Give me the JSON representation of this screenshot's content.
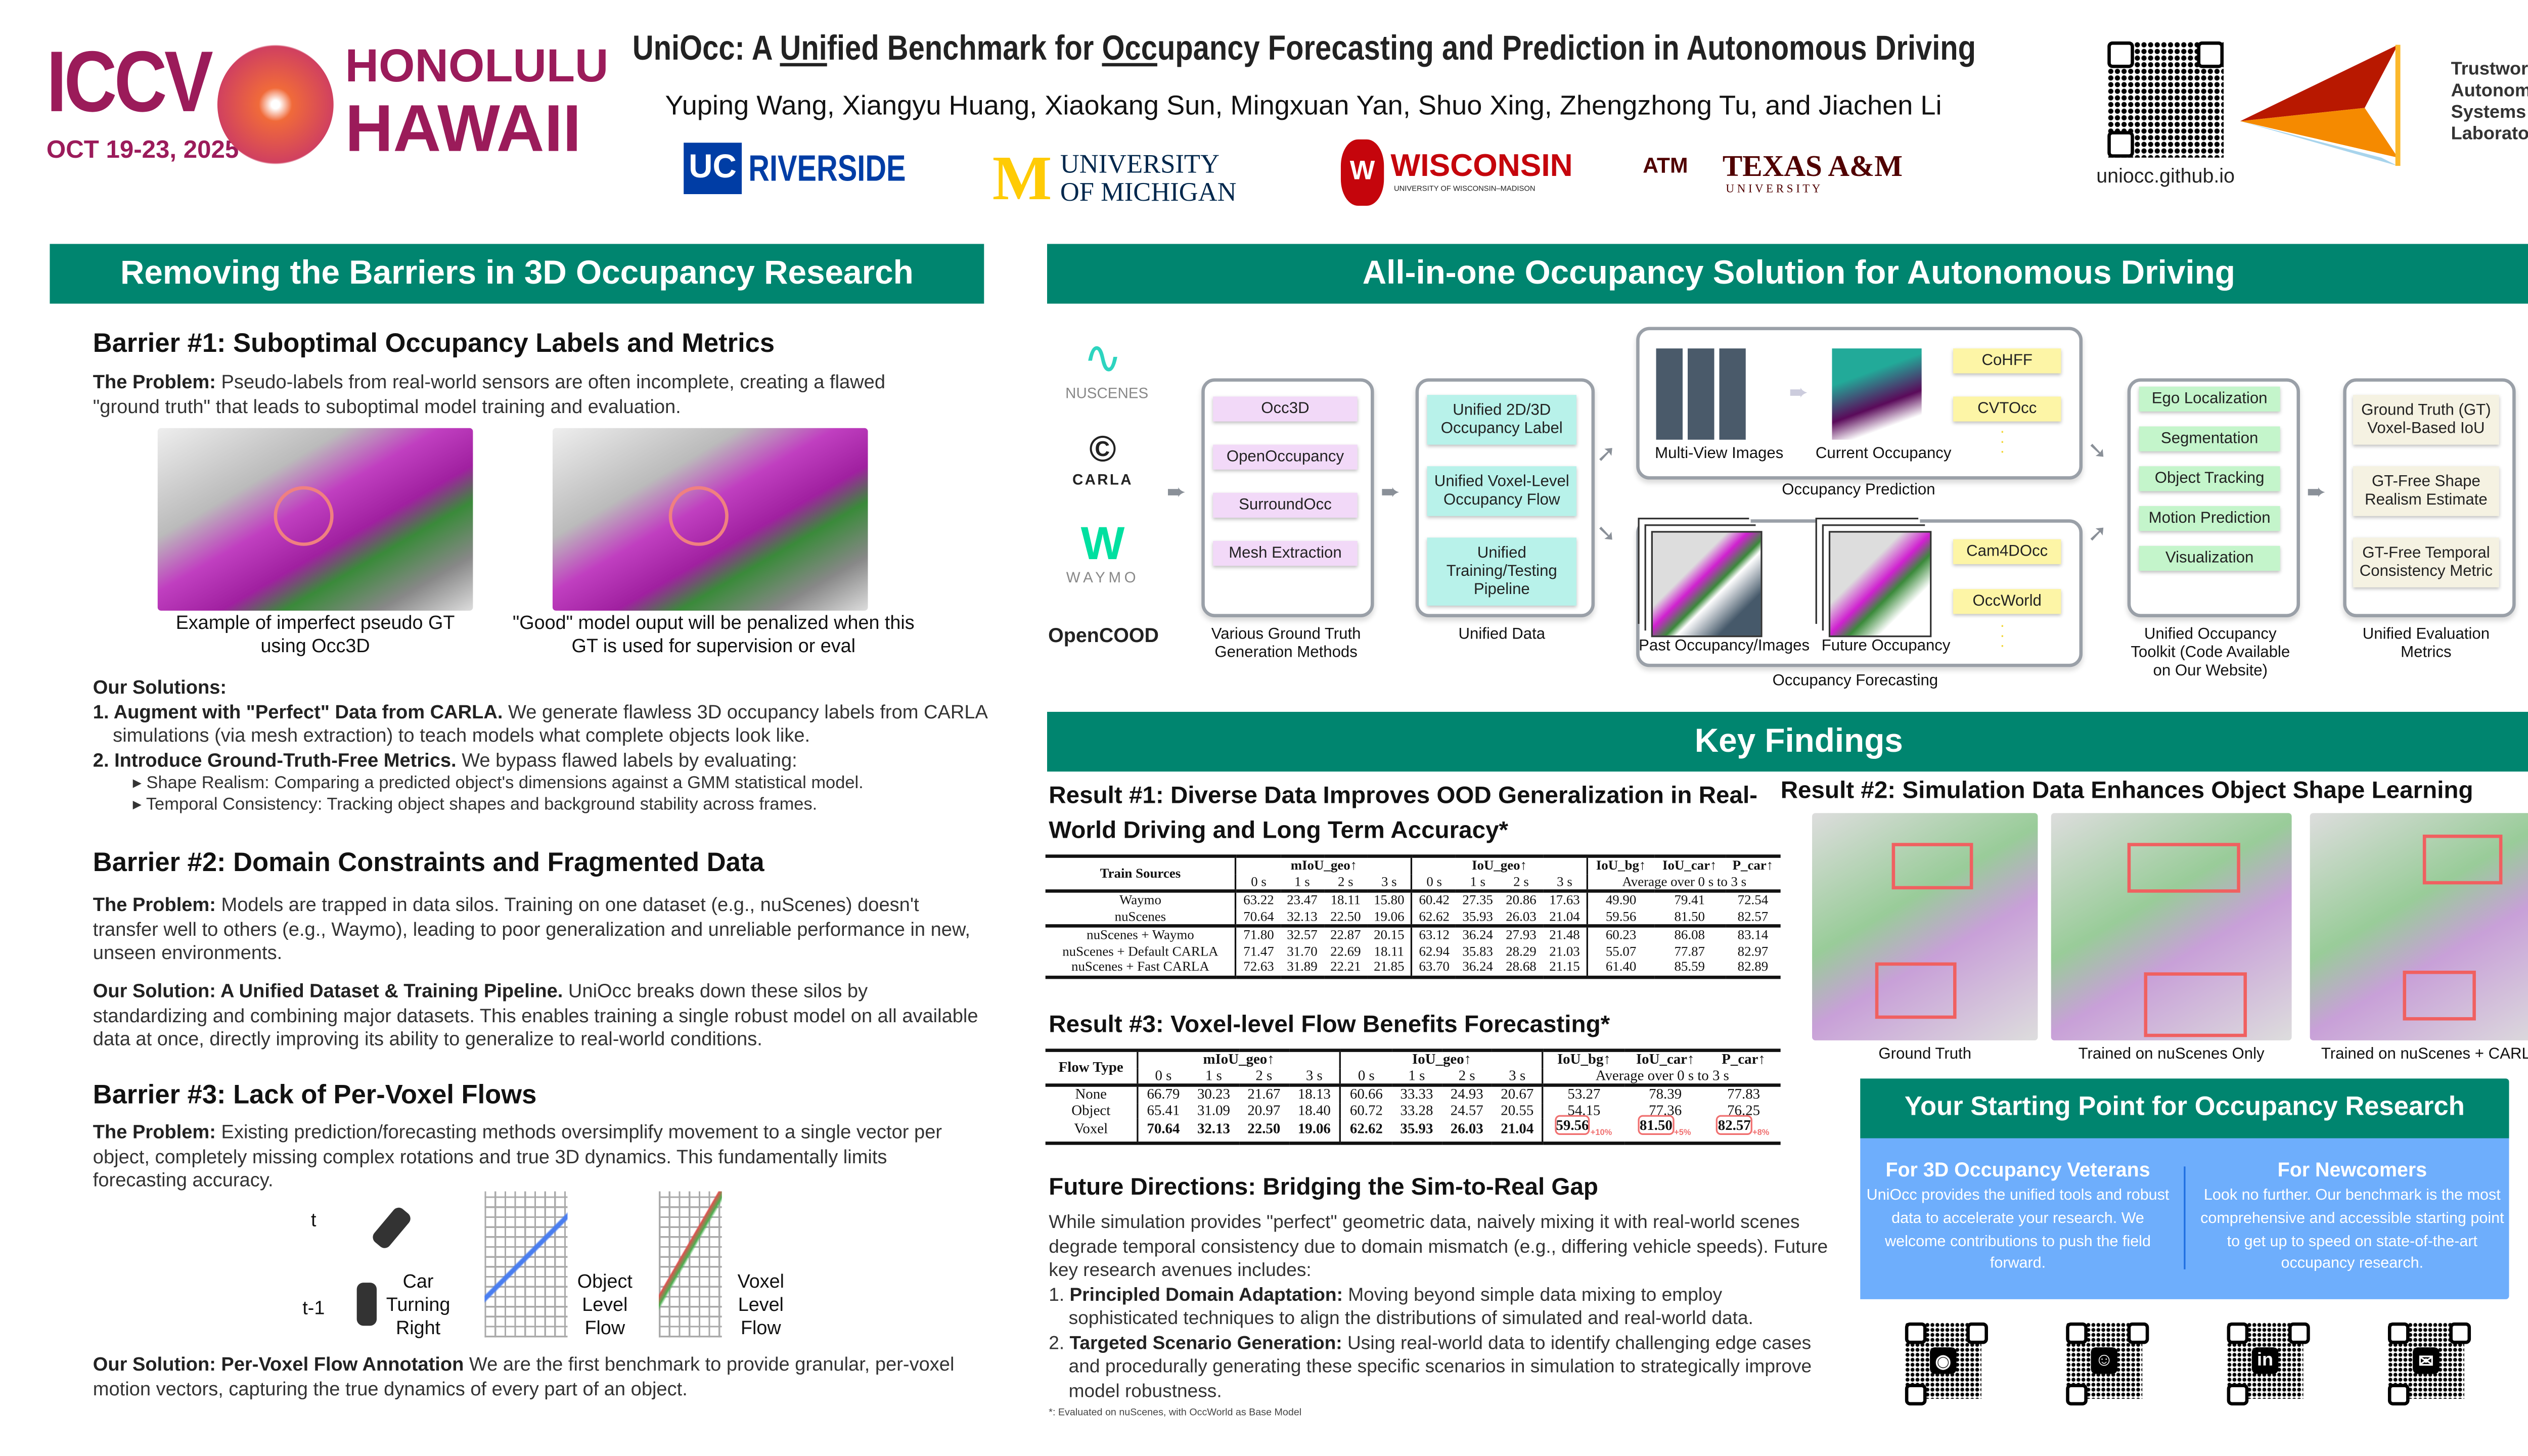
{
  "header": {
    "conf_logo": "ICCV",
    "conf_date": "OCT 19-23, 2025",
    "conf_city": "HONOLULU",
    "conf_state": "HAWAII",
    "title_pre": "UniOcc: A ",
    "title_u1": "Uni",
    "title_mid": "fied Benchmark for ",
    "title_u2": "Occ",
    "title_post": "upancy Forecasting and Prediction in Autonomous Driving",
    "authors": "Yuping Wang, Xiangyu Huang, Xiaokang Sun, Mingxuan Yan, Shuo Xing, Zhengzhong Tu, and Jiachen Li",
    "affiliations": [
      {
        "mark": "UC",
        "name": "RIVERSIDE",
        "color": "#003da5"
      },
      {
        "mark": "M",
        "name": "UNIVERSITY OF MICHIGAN",
        "color": "#00274c"
      },
      {
        "mark": "W",
        "name": "WISCONSIN",
        "sub": "UNIVERSITY OF WISCONSIN–MADISON",
        "color": "#c5050c"
      },
      {
        "mark": "ATM",
        "name": "TEXAS A&M",
        "sub": "U N I V E R S I T Y",
        "color": "#500000"
      }
    ],
    "website": "uniocc.github.io",
    "lab": [
      "Trustworthy",
      "Autonomous",
      "Systems",
      "Laboratory"
    ]
  },
  "left": {
    "section_title": "Removing the Barriers in 3D Occupancy Research",
    "b1": {
      "title": "Barrier #1: Suboptimal Occupancy Labels and Metrics",
      "problem_label": "The Problem:",
      "problem": " Pseudo-labels from real-world sensors are often incomplete, creating a flawed \"ground truth\" that leads to suboptimal model training and evaluation.",
      "cap1": "Example of imperfect pseudo GT using Occ3D",
      "cap2": "\"Good\" model ouput will be penalized when this GT is used for supervision or eval",
      "solutions_label": "Our Solutions:",
      "s1_label": "1. Augment with \"Perfect\" Data from CARLA.",
      "s1": " We generate flawless 3D occupancy labels from CARLA simulations (via mesh extraction) to teach models what complete objects look like.",
      "s2_label": "2. Introduce Ground-Truth-Free Metrics.",
      "s2": " We bypass flawed labels by evaluating:",
      "bullets": [
        "Shape Realism: Comparing a predicted object's dimensions against a GMM statistical model.",
        "Temporal Consistency: Tracking object shapes and background stability across frames."
      ]
    },
    "b2": {
      "title": "Barrier #2: Domain Constraints and Fragmented Data",
      "problem_label": "The Problem:",
      "problem": " Models are trapped in data silos. Training on one dataset (e.g., nuScenes) doesn't transfer well to others (e.g., Waymo), leading to poor generalization and unreliable performance in new, unseen environments.",
      "solution_label": "Our Solution: A Unified Dataset & Training Pipeline.",
      "solution": " UniOcc breaks down these silos by standardizing and combining major datasets. This enables training a single robust model on all available data at once, directly improving its ability to generalize to real-world conditions."
    },
    "b3": {
      "title": "Barrier #3: Lack of Per-Voxel Flows",
      "problem_label": "The Problem:",
      "problem": " Existing prediction/forecasting methods oversimplify movement to a single vector per object, completely missing complex rotations and true 3D dynamics. This fundamentally limits forecasting accuracy.",
      "t_label": "t",
      "t1_label": "t-1",
      "car_label": "Car Turning Right",
      "obj_label": "Object Level Flow",
      "vox_label": "Voxel Level Flow",
      "solution_label": "Our Solution: Per-Voxel Flow Annotation",
      "solution": " We are the first benchmark to provide granular, per-voxel motion vectors, capturing the true dynamics of every part of an object."
    }
  },
  "overview": {
    "section_title": "All-in-one Occupancy Solution for Autonomous Driving",
    "sources": [
      "NUSCENES",
      "CARLA",
      "WAYMO",
      "OpenCOOD"
    ],
    "gt_methods": [
      "Occ3D",
      "OpenOccupancy",
      "SurroundOcc",
      "Mesh Extraction"
    ],
    "gt_caption": "Various Ground Truth Generation Methods",
    "unified": [
      "Unified 2D/3D Occupancy Label",
      "Unified Voxel-Level Occupancy Flow",
      "Unified Training/Testing Pipeline"
    ],
    "unified_caption": "Unified Data",
    "pred": {
      "img1": "Multi-View Images",
      "img2": "Current Occupancy",
      "models": [
        "CoHFF",
        "CVTOcc"
      ],
      "caption": "Occupancy Prediction"
    },
    "fore": {
      "img1": "Past Occupancy/Images",
      "img2": "Future Occupancy",
      "models": [
        "Cam4DOcc",
        "OccWorld"
      ],
      "caption": "Occupancy Forecasting"
    },
    "toolkit": [
      "Ego Localization",
      "Segmentation",
      "Object Tracking",
      "Motion Prediction",
      "Visualization"
    ],
    "toolkit_caption": "Unified Occupancy Toolkit (Code Available on Our Website)",
    "metrics": [
      "Ground Truth (GT) Voxel-Based IoU",
      "GT-Free Shape Realism Estimate",
      "GT-Free Temporal Consistency Metric"
    ],
    "metrics_caption": "Unified Evaluation Metrics"
  },
  "findings": {
    "section_title": "Key Findings",
    "r1_title": "Result #1: Diverse Data Improves OOD Generalization in Real-World Driving and Long Term Accuracy*",
    "r2_title": "Result #2: Simulation Data Enhances Object Shape Learning",
    "r2_captions": [
      "Ground Truth",
      "Trained on nuScenes Only",
      "Trained on nuScenes + CARLA"
    ],
    "r3_title": "Result #3: Voxel-level Flow Benefits Forecasting*",
    "t1": {
      "col0": "Train Sources",
      "groups": [
        "mIoU_geo↑",
        "IoU_geo↑"
      ],
      "extra": [
        "IoU_bg↑",
        "IoU_car↑",
        "P_car↑"
      ],
      "times": [
        "0 s",
        "1 s",
        "2 s",
        "3 s"
      ],
      "avg": "Average over 0 s to 3 s",
      "rows": [
        [
          "Waymo",
          "63.22",
          "23.47",
          "18.11",
          "15.80",
          "60.42",
          "27.35",
          "20.86",
          "17.63",
          "49.90",
          "79.41",
          "72.54"
        ],
        [
          "nuScenes",
          "70.64",
          "32.13",
          "22.50",
          "19.06",
          "62.62",
          "35.93",
          "26.03",
          "21.04",
          "59.56",
          "81.50",
          "82.57"
        ],
        [
          "nuScenes + Waymo",
          "71.80",
          "32.57",
          "22.87",
          "20.15",
          "63.12",
          "36.24",
          "27.93",
          "21.48",
          "60.23",
          "86.08",
          "83.14"
        ],
        [
          "nuScenes + Default CARLA",
          "71.47",
          "31.70",
          "22.69",
          "18.11",
          "62.94",
          "35.83",
          "28.29",
          "21.03",
          "55.07",
          "77.87",
          "82.97"
        ],
        [
          "nuScenes + Fast CARLA",
          "72.63",
          "31.89",
          "22.21",
          "21.85",
          "63.70",
          "36.24",
          "28.68",
          "21.15",
          "61.40",
          "85.59",
          "82.89"
        ]
      ]
    },
    "t2": {
      "col0": "Flow Type",
      "groups": [
        "mIoU_geo↑",
        "IoU_geo↑"
      ],
      "extra": [
        "IoU_bg↑",
        "IoU_car↑",
        "P_car↑"
      ],
      "times": [
        "0 s",
        "1 s",
        "2 s",
        "3 s"
      ],
      "avg": "Average over 0 s to 3 s",
      "rows": [
        [
          "None",
          "66.79",
          "30.23",
          "21.67",
          "18.13",
          "60.66",
          "33.33",
          "24.93",
          "20.67",
          "53.27",
          "78.39",
          "77.83"
        ],
        [
          "Object",
          "65.41",
          "31.09",
          "20.97",
          "18.40",
          "60.72",
          "33.28",
          "24.57",
          "20.55",
          "54.15",
          "77.36",
          "76.25"
        ],
        [
          "Voxel",
          "70.64",
          "32.13",
          "22.50",
          "19.06",
          "62.62",
          "35.93",
          "26.03",
          "21.04",
          "59.56",
          "81.50",
          "82.57"
        ]
      ],
      "gains": [
        "+10%",
        "+5%",
        "+8%"
      ]
    },
    "future_title": "Future Directions: Bridging the Sim-to-Real Gap",
    "future_text": "While simulation provides \"perfect\" geometric data, naively mixing it with real-world scenes degrade temporal consistency due to domain mismatch (e.g., differing vehicle speeds). Future key research avenues includes:",
    "f1_label": "Principled Domain Adaptation:",
    "f1": " Moving beyond simple data mixing to employ sophisticated techniques to align the distributions of simulated and real-world data.",
    "f2_label": "Targeted Scenario Generation:",
    "f2": " Using real-world data to identify challenging edge cases and procedurally generating these specific scenarios in simulation to strategically improve model robustness.",
    "footnote": "*: Evaluated on nuScenes, with OccWorld as Base Model"
  },
  "start": {
    "title": "Your Starting Point for Occupancy Research",
    "vet_title": "For 3D Occupancy Veterans",
    "vet_text": "UniOcc provides the unified tools and robust data to accelerate your research. We welcome contributions to push the field forward.",
    "new_title": "For Newcomers",
    "new_text": "Look no further. Our benchmark is the most comprehensive and accessible starting point to get up to speed on state-of-the-art occupancy research.",
    "qr_icons": [
      "github",
      "huggingface",
      "linkedin",
      "wechat"
    ]
  },
  "colors": {
    "green": "#00856f",
    "blue": "#6eaefc",
    "accent": "#9b1b5a"
  }
}
